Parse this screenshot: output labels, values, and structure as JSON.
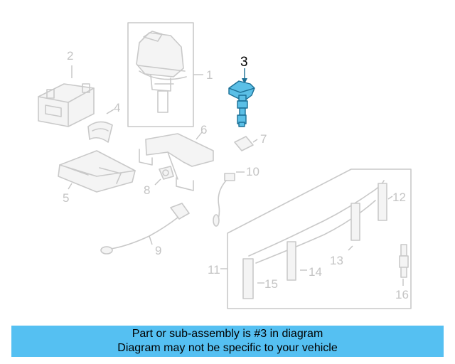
{
  "diagram": {
    "callouts": [
      "1",
      "2",
      "3",
      "4",
      "5",
      "6",
      "7",
      "8",
      "9",
      "10",
      "11",
      "12",
      "13",
      "14",
      "15",
      "16"
    ],
    "highlighted": "3",
    "highlight_color": "#5bbfe6",
    "line_color": "#c9c9c9"
  },
  "banner": {
    "line1": "Part or sub-assembly is #3 in diagram",
    "line2": "Diagram may not be specific to your vehicle",
    "background": "#55c0f2"
  }
}
